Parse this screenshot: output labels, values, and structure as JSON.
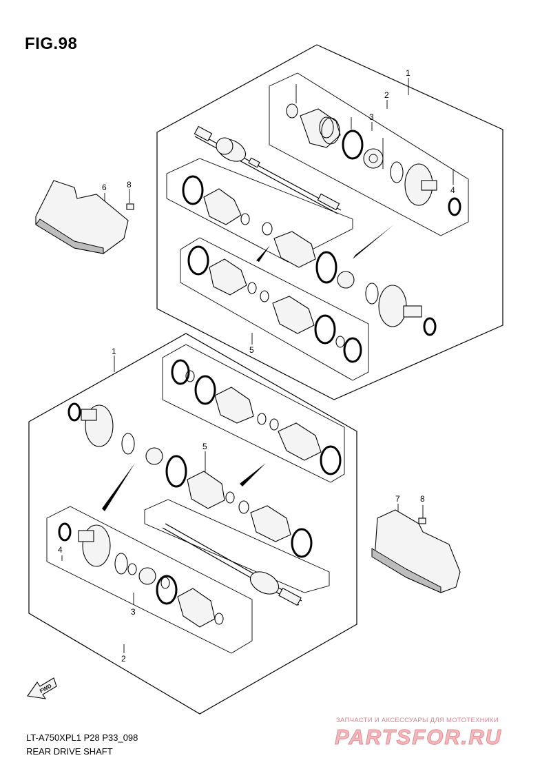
{
  "figure": {
    "title": "FIG.98"
  },
  "footer": {
    "code": "LT-A750XPL1 P28 P33_098",
    "name": "REAR DRIVE SHAFT"
  },
  "callouts": {
    "c1_top": "1",
    "c2_top": "2",
    "c3_top": "3",
    "c4_top": "4",
    "c5_top": "5",
    "c6": "6",
    "c8_top": "8",
    "c1_bottom": "1",
    "c5_bottom": "5",
    "c4_bottom": "4",
    "c3_bottom": "3",
    "c2_bottom": "2",
    "c7": "7",
    "c8_bottom": "8"
  },
  "fwd_label": "FWD",
  "watermark": {
    "tagline": "ЗАПЧАСТИ И АКСЕССУАРЫ ДЛЯ МОТОТЕХНИКИ",
    "brand": "PARTSFOR.RU"
  }
}
